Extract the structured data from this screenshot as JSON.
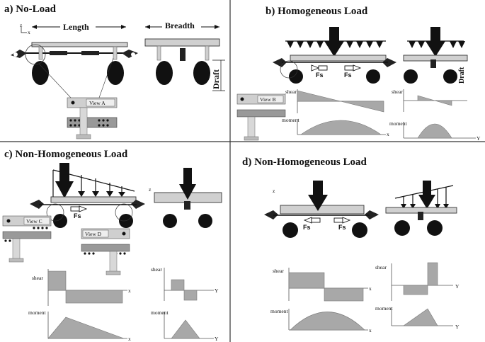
{
  "panels": {
    "a": {
      "title": "a) No-Load",
      "length_label": "Length",
      "breadth_label": "Breadth",
      "draft_label": "Draft",
      "view_label": "View A"
    },
    "b": {
      "title": "b) Homogeneous Load",
      "fs1": "Fs",
      "fs2": "Fs",
      "view_label": "View B",
      "draft_label": "Draft",
      "shear_label": "shear",
      "moment_label": "moment",
      "shear_label2": "shear",
      "moment_label2": "moment"
    },
    "c": {
      "title": "c) Non-Homogeneous Load",
      "fs": "Fs",
      "view_c": "View C",
      "view_d": "View D",
      "shear_label": "shear",
      "moment_label": "moment",
      "shear_label2": "shear",
      "moment_label2": "moment"
    },
    "d": {
      "title": "d) Non-Homogeneous Load",
      "fs1": "Fs",
      "fs2": "Fs",
      "shear_label": "shear",
      "moment_label": "moment",
      "shear_label2": "shear",
      "moment_label2": "moment"
    }
  },
  "axis_labels": {
    "x": "x",
    "y": "Y",
    "z": "z"
  }
}
